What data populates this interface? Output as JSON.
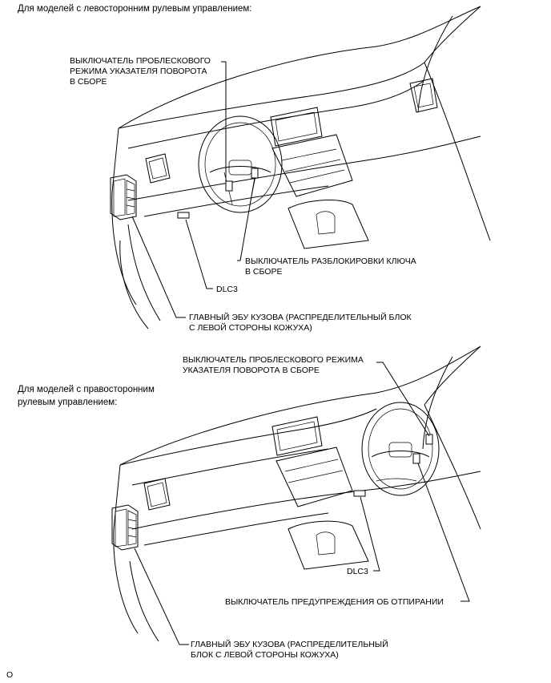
{
  "lhd": {
    "header": "Для моделей с левосторонним рулевым управлением:",
    "label_hazard": "ВЫКЛЮЧАТЕЛЬ ПРОБЛЕСКОВОГО\nРЕЖИМА УКАЗАТЕЛЯ ПОВОРОТА\nВ СБОРЕ",
    "label_key_unlock": "ВЫКЛЮЧАТЕЛЬ РАЗБЛОКИРОВКИ КЛЮЧА\nВ СБОРЕ",
    "label_dlc3": "DLC3",
    "label_body_ecu": "ГЛАВНЫЙ ЭБУ КУЗОВА (РАСПРЕДЕЛИТЕЛЬНЫЙ БЛОК\nС ЛЕВОЙ СТОРОНЫ КОЖУХА)"
  },
  "rhd": {
    "header": "Для моделей с правосторонним\nрулевым управлением:",
    "label_hazard": "ВЫКЛЮЧАТЕЛЬ ПРОБЛЕСКОВОГО РЕЖИМА\nУКАЗАТЕЛЯ ПОВОРОТА В СБОРЕ",
    "label_dlc3": "DLC3",
    "label_unlock_warning": "ВЫКЛЮЧАТЕЛЬ ПРЕДУПРЕЖДЕНИЯ ОБ ОТПИРАНИИ",
    "label_body_ecu": "ГЛАВНЫЙ ЭБУ КУЗОВА (РАСПРЕДЕЛИТЕЛЬНЫЙ\nБЛОК С ЛЕВОЙ СТОРОНЫ КОЖУХА)"
  },
  "footer_code": "O"
}
